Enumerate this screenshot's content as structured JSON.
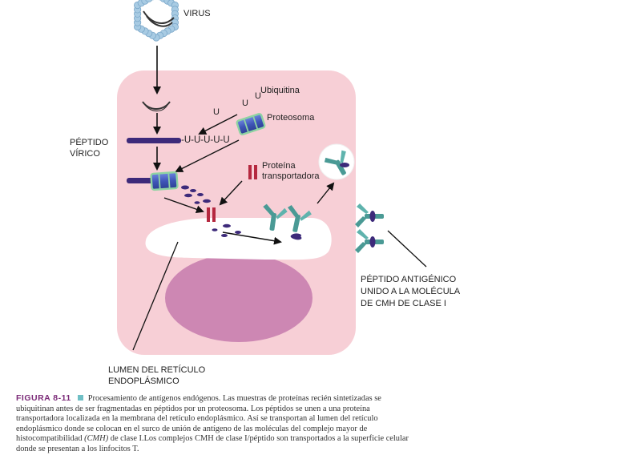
{
  "labels": {
    "virus": "VIRUS",
    "ubiquitina": "Ubiquitina",
    "u_marks": [
      "U",
      "U",
      "U"
    ],
    "ubiquitin_chain": "-U-U-U-U-U",
    "proteosoma": "Proteosoma",
    "peptido_virico": [
      "PÉPTIDO",
      "VÍRICO"
    ],
    "proteina_transportadora": [
      "Proteína",
      "transportadora"
    ],
    "peptido_antigenico": [
      "PÉPTIDO ANTIGÉNICO",
      "UNIDO A LA MOLÉCULA",
      "DE CMH DE CLASE I"
    ],
    "lumen": [
      "LUMEN DEL RETÍCULO",
      "ENDOPLÁSMICO"
    ]
  },
  "caption": {
    "figure_label": "FIGURA 8-11",
    "lines": [
      "Procesamiento de antígenos endógenos. Las muestras de proteínas recién sintetizadas se",
      "ubiquitinan antes de ser fragmentadas en péptidos por un proteosoma. Los péptidos se unen a una proteína",
      "transportadora localizada en la membrana del retículo endoplásmico. Así se transportan al lumen del retículo",
      "endoplásmico donde se colocan en el surco de unión de antígeno de las moléculas del complejo mayor de"
    ],
    "line5_a": "histocompatibilidad ",
    "line5_italic": "(CMH)",
    "line5_b": " de clase I.Los complejos CMH de clase I/péptido son transportados a la superficie celular",
    "line6": "donde se presentan a los linfocitos T."
  },
  "colors": {
    "cell": "#f7cfd6",
    "nucleus": "#cd87b3",
    "er_lumen": "#ffffff",
    "virus_bead": "#a8cbe3",
    "peptide": "#3d2a7a",
    "proteasome_blue": "#4a63c4",
    "proteasome_green": "#8ed3a2",
    "transporter": "#b5283f",
    "mhc": "#4a9a95"
  },
  "icons": [
    "virus-icon",
    "proteasome-icon",
    "transporter-icon",
    "mhc-molecule-icon",
    "arrow-icon"
  ]
}
